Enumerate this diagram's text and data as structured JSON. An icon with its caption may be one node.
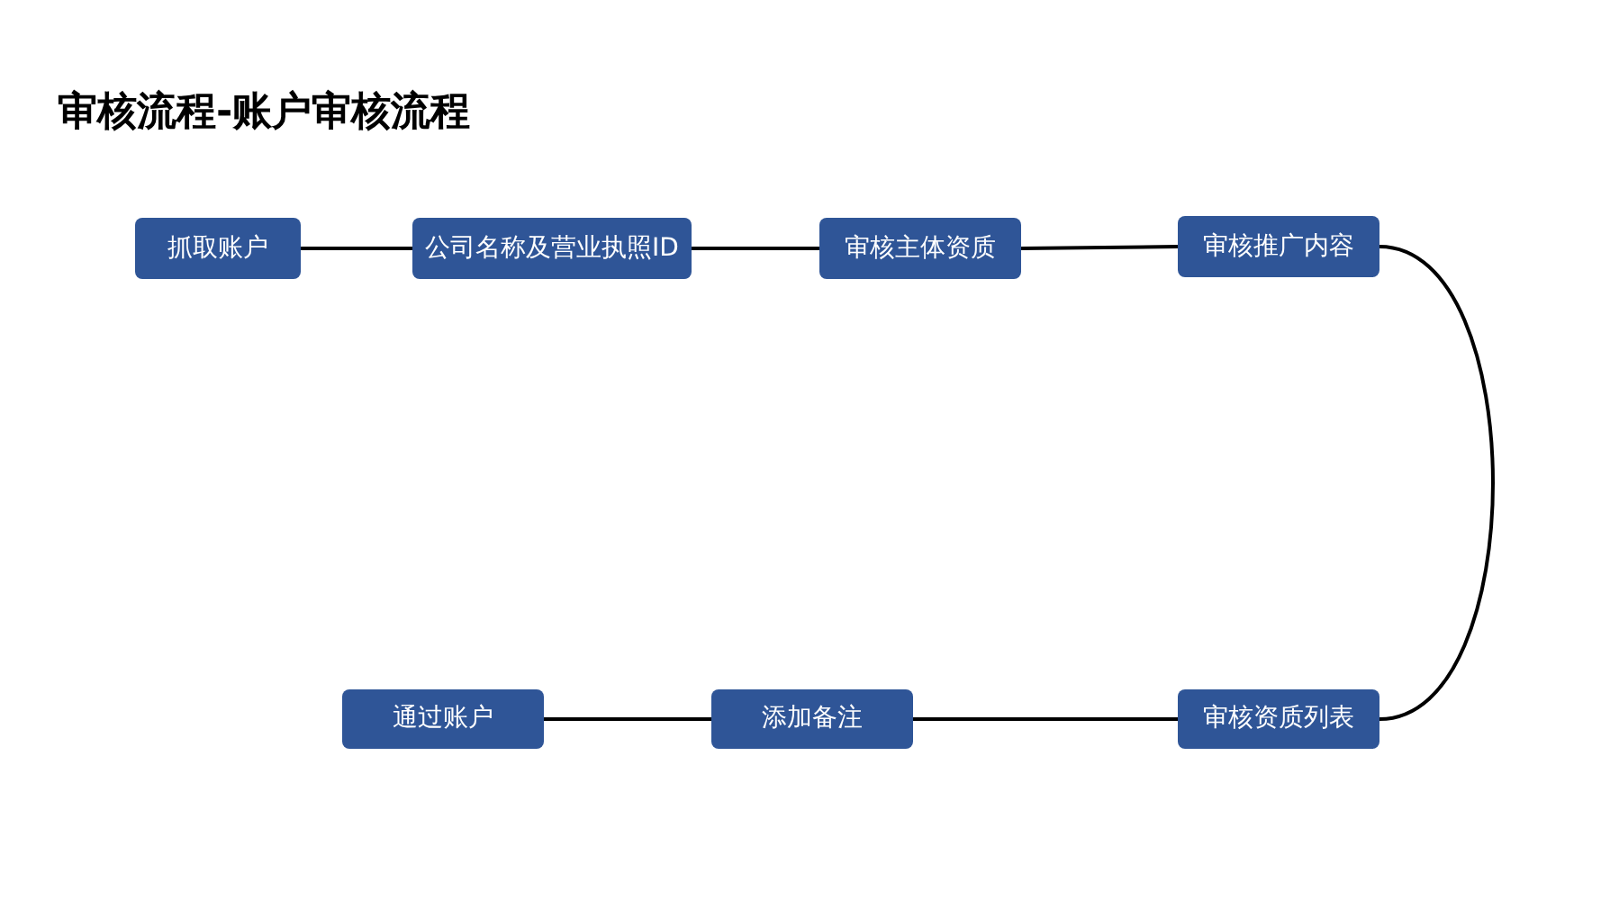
{
  "diagram": {
    "title": "审核流程-账户审核流程",
    "nodes": [
      {
        "text": [
          "抓取账户"
        ]
      },
      {
        "text": [
          "公司名称及营业执照ID"
        ]
      },
      {
        "text": [
          "审核主体资质"
        ]
      },
      {
        "text": [
          "审核推广内容"
        ]
      },
      {
        "text": [
          "审核资质列表"
        ]
      },
      {
        "text": [
          "添加备注"
        ]
      },
      {
        "text": [
          "通过账户"
        ]
      }
    ],
    "edges": [
      {
        "from": 0,
        "to": 1,
        "arrow": "none"
      },
      {
        "from": 1,
        "to": 2,
        "arrow": "none"
      },
      {
        "from": 2,
        "to": 3,
        "arrow": "none"
      },
      {
        "from": 3,
        "to": 4,
        "arrow": "none"
      },
      {
        "from": 4,
        "to": 5,
        "arrow": "none"
      },
      {
        "from": 5,
        "to": 6,
        "arrow": "none"
      }
    ]
  }
}
